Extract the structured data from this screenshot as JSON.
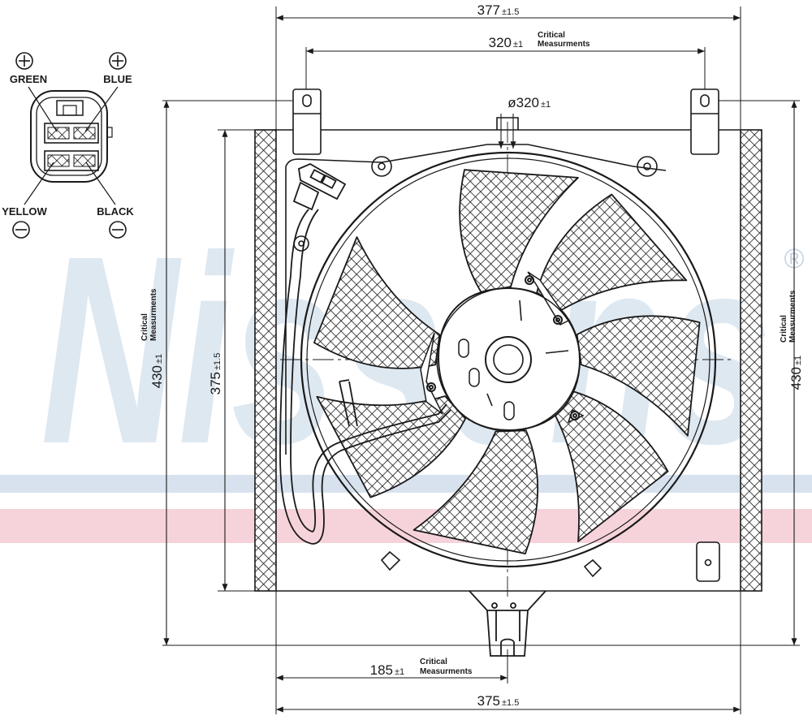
{
  "watermark": {
    "brand_text": "Nissens",
    "registered_mark": "®",
    "stripe_colors": [
      "#d7e2ee",
      "#f6d3da"
    ],
    "text_color": "#d9e4ef"
  },
  "connector": {
    "pins": [
      {
        "label": "GREEN",
        "polarity": "plus-icon"
      },
      {
        "label": "BLUE",
        "polarity": "plus-icon"
      },
      {
        "label": "YELLOW",
        "polarity": "minus-icon"
      },
      {
        "label": "BLACK",
        "polarity": "minus-icon"
      }
    ]
  },
  "dimensions": {
    "top_overall": {
      "value": "377",
      "tol": "±1.5"
    },
    "top_mount": {
      "value": "320",
      "tol": "±1",
      "note_line1": "Critical",
      "note_line2": "Measurments"
    },
    "fan_diameter": {
      "value": "ø320",
      "tol": "±1"
    },
    "left_inner_height": {
      "value": "375",
      "tol": "±1.5"
    },
    "left_overall_height": {
      "value": "430",
      "tol": "±1",
      "note_line1": "Critical",
      "note_line2": "Measurments"
    },
    "right_overall_height": {
      "value": "430",
      "tol": "±1",
      "note_line1": "Critical",
      "note_line2": "Measurments"
    },
    "bottom_mount": {
      "value": "185",
      "tol": "±1",
      "note_line1": "Critical",
      "note_line2": "Measurments"
    },
    "bottom_overall": {
      "value": "375",
      "tol": "±1.5"
    }
  }
}
